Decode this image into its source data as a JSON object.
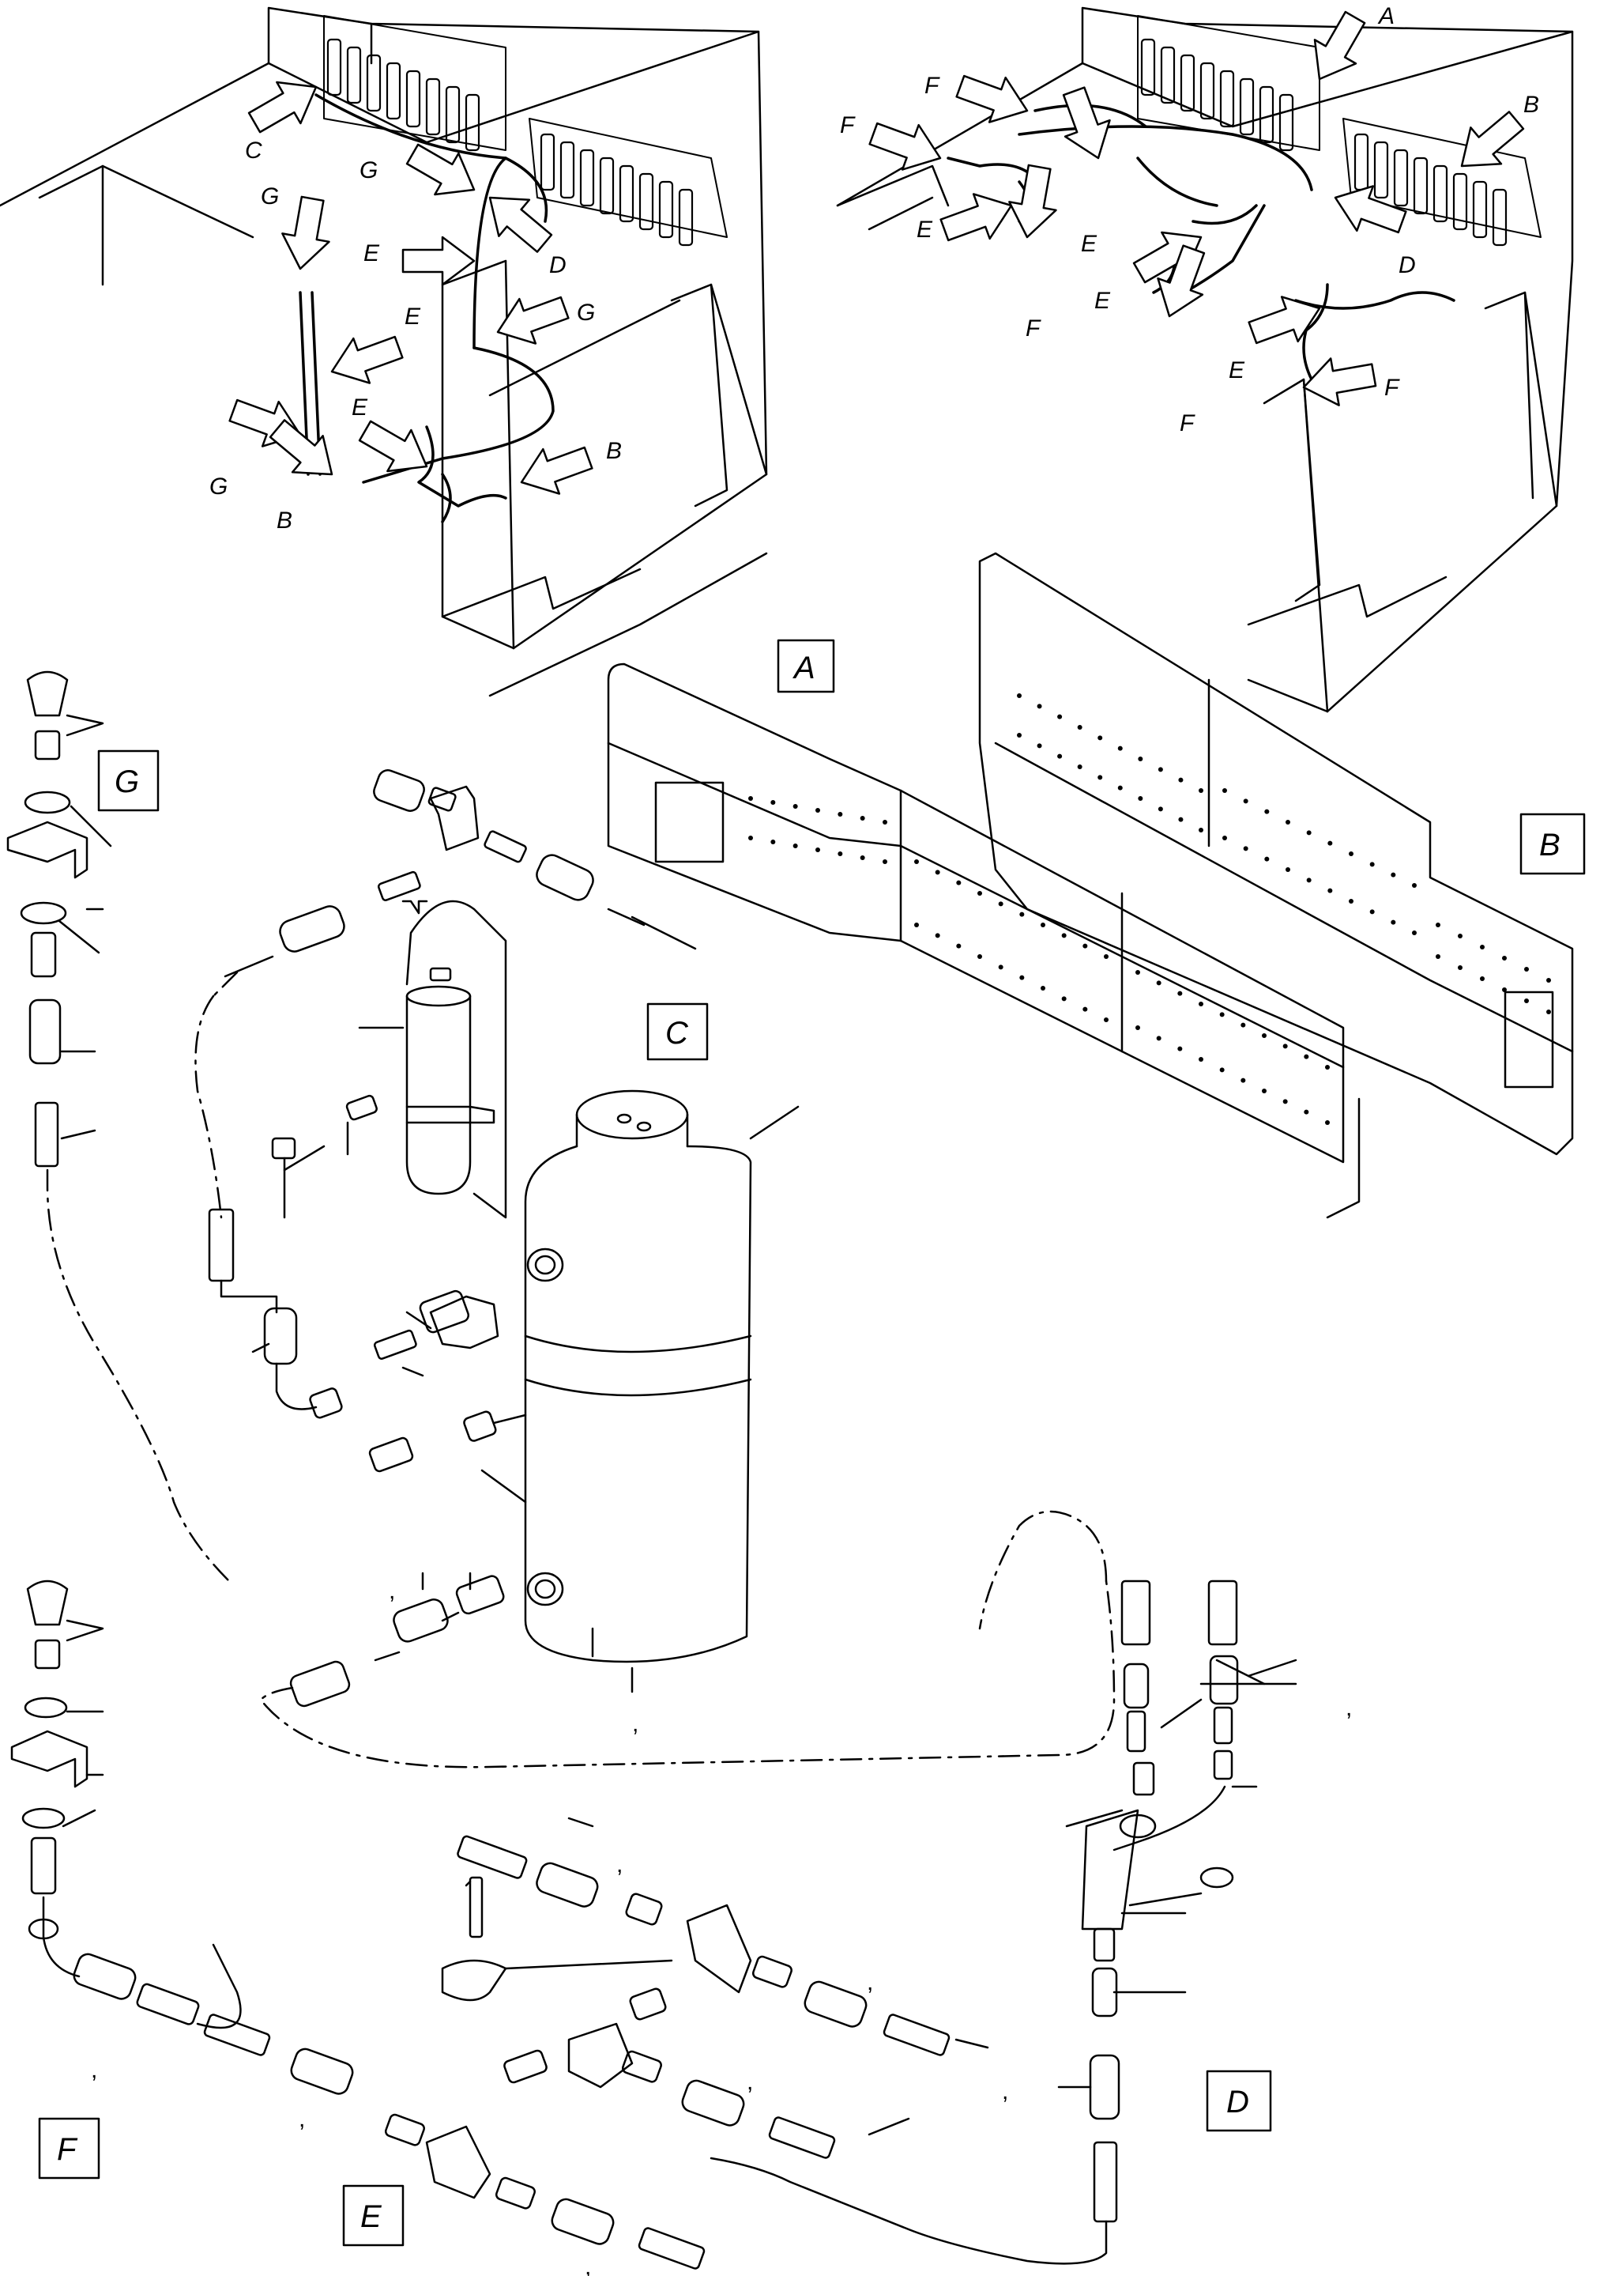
{
  "colors": {
    "line": "#000000",
    "background": "#ffffff"
  },
  "icons": {
    "arrow": "callout-arrow-icon"
  },
  "callouts_left": [
    "C",
    "G",
    "G",
    "E",
    "D",
    "E",
    "G",
    "E",
    "G",
    "B",
    "B"
  ],
  "callouts_right": [
    "A",
    "B",
    "F",
    "F",
    "E",
    "E",
    "D",
    "E",
    "F",
    "E",
    "F",
    "F"
  ],
  "detail_boxes": {
    "A": "A",
    "B": "B",
    "C": "C",
    "D": "D",
    "E": "E",
    "F": "F",
    "G": "G"
  },
  "tick_marks": [
    ",",
    ",",
    ",",
    ",",
    ",",
    ",",
    ",",
    ",",
    ",",
    ","
  ]
}
